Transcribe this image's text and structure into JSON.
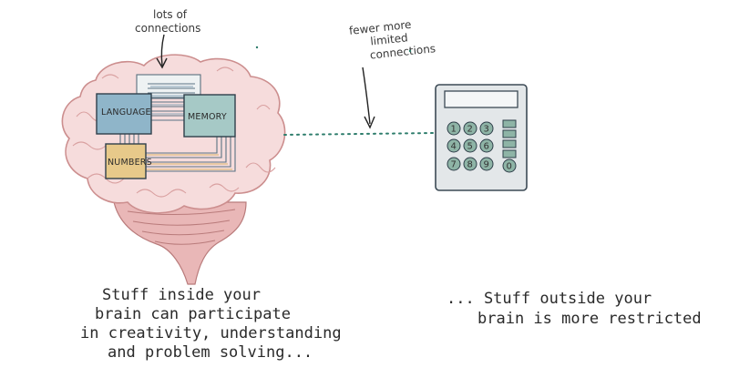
{
  "annotations": {
    "top_label_line1": "lots of",
    "top_label_line2": "connections",
    "mid_label_line1": "fewer more",
    "mid_label_line2": "limited",
    "mid_label_line3": "connections"
  },
  "brain_boxes": {
    "language": "LANGUAGE",
    "memory": "MEMORY",
    "numbers": "NUMBERS"
  },
  "calculator": {
    "keys": [
      "1",
      "2",
      "3",
      "4",
      "5",
      "6",
      "7",
      "8",
      "9",
      "0"
    ]
  },
  "captions": {
    "left_line1": "Stuff inside your",
    "left_line2": "brain can participate",
    "left_line3": "in creativity, understanding",
    "left_line4": "and problem solving...",
    "right_line1": "... Stuff outside your",
    "right_line2": "brain is more restricted"
  },
  "colors": {
    "brain_pink": "#e7a7a7",
    "brain_fill": "#f6dcdc",
    "stem_fill": "#e9b7b7",
    "language_box": "#8fb5c9",
    "memory_box": "#a6c9c6",
    "numbers_box": "#e7c98a",
    "calculator_fill": "#e3e7e9",
    "calculator_keys": "#8eb4a6",
    "dotted_line": "#2e7d6c"
  }
}
